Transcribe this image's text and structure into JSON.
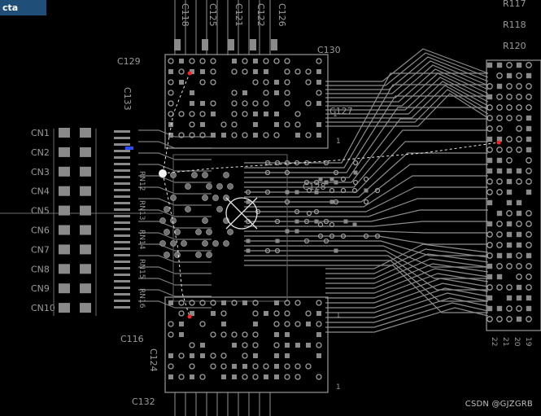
{
  "window": {
    "tab_label": "cta"
  },
  "refdes": {
    "top_vertical": [
      "C118",
      "C125",
      "C121",
      "C122",
      "C126"
    ],
    "top_right": [
      "R117",
      "R118",
      "R120"
    ],
    "c129": "C129",
    "c133": "C133",
    "c130": "C130",
    "c127": "C127",
    "c128": "C128",
    "c136": "C116",
    "c132": "C132",
    "c124": "C124",
    "connectors": [
      "CN1",
      "CN2",
      "CN3",
      "CN4",
      "CN5",
      "CN6",
      "CN7",
      "CN8",
      "CN9",
      "CN10"
    ],
    "resistor_networks": [
      "RN12",
      "RN13",
      "RN14",
      "RN15",
      "RN16"
    ],
    "bga_right_cols": [
      "22",
      "21",
      "20",
      "19"
    ],
    "pin_marks": [
      "1",
      "1",
      "1",
      "1"
    ]
  },
  "colors": {
    "background": "#000000",
    "silkscreen": "#9a9a9a",
    "trace": "#8c8c8c",
    "pad": "#8a8a8a",
    "via_ring": "#9c9c9c",
    "highlight_red": "#ff2020",
    "highlight_blue": "#2b4bff",
    "ratsnest": "#e6e6e6"
  },
  "watermark": "CSDN @GJZGRB"
}
